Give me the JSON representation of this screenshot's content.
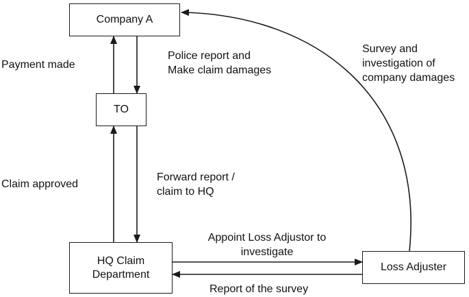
{
  "nodes": {
    "company_a": "Company A",
    "to": "TO",
    "hq_line1": "HQ Claim",
    "hq_line2": "Department",
    "loss_adjuster": "Loss Adjuster"
  },
  "edges": {
    "payment_made": "Payment made",
    "police_report_line1": "Police report and",
    "police_report_line2": "Make claim damages",
    "survey_line1": "Survey and",
    "survey_line2": "investigation of",
    "survey_line3": "company damages",
    "claim_approved": "Claim approved",
    "forward_line1": "Forward report /",
    "forward_line2": "claim to HQ",
    "appoint_line1": "Appoint Loss Adjustor to",
    "appoint_line2": "investigate",
    "report_survey": "Report of the survey"
  }
}
